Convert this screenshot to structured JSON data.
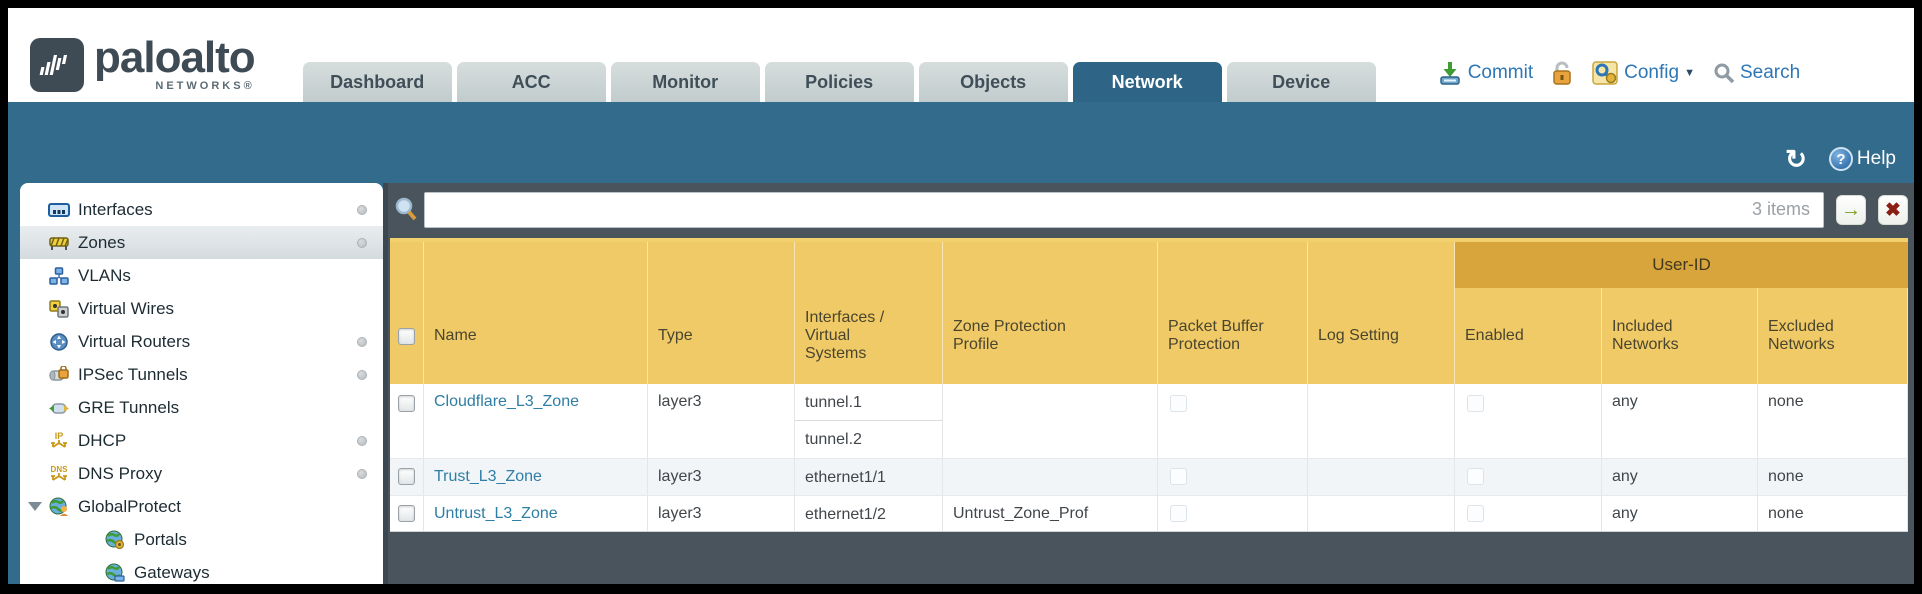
{
  "brand": {
    "name": "paloalto",
    "sub": "NETWORKS®"
  },
  "nav": {
    "tabs": [
      {
        "label": "Dashboard",
        "active": false
      },
      {
        "label": "ACC",
        "active": false
      },
      {
        "label": "Monitor",
        "active": false
      },
      {
        "label": "Policies",
        "active": false
      },
      {
        "label": "Objects",
        "active": false
      },
      {
        "label": "Network",
        "active": true
      },
      {
        "label": "Device",
        "active": false
      }
    ]
  },
  "actions": {
    "commit_label": "Commit",
    "config_label": "Config",
    "config_caret": "▼",
    "search_label": "Search"
  },
  "band": {
    "refresh_glyph": "↻",
    "help_glyph": "?",
    "help_label": "Help"
  },
  "sidebar": {
    "items": [
      {
        "label": "Interfaces",
        "dot": true,
        "level": 0
      },
      {
        "label": "Zones",
        "dot": true,
        "level": 0,
        "selected": true
      },
      {
        "label": "VLANs",
        "dot": false,
        "level": 0
      },
      {
        "label": "Virtual Wires",
        "dot": false,
        "level": 0
      },
      {
        "label": "Virtual Routers",
        "dot": true,
        "level": 0
      },
      {
        "label": "IPSec Tunnels",
        "dot": true,
        "level": 0
      },
      {
        "label": "GRE Tunnels",
        "dot": false,
        "level": 0
      },
      {
        "label": "DHCP",
        "dot": true,
        "level": 0
      },
      {
        "label": "DNS Proxy",
        "dot": true,
        "level": 0
      },
      {
        "label": "GlobalProtect",
        "dot": false,
        "level": 0,
        "expanded": true
      },
      {
        "label": "Portals",
        "dot": false,
        "level": 1
      },
      {
        "label": "Gateways",
        "dot": false,
        "level": 1
      }
    ]
  },
  "toolbar": {
    "count_label": "3 items",
    "go_glyph": "→",
    "close_glyph": "✖",
    "filter_value": ""
  },
  "table": {
    "group_user_id": "User-ID",
    "columns": [
      "Name",
      "Type",
      "Interfaces / Virtual Systems",
      "Zone Protection Profile",
      "Packet Buffer Protection",
      "Log Setting",
      "Enabled",
      "Included Networks",
      "Excluded Networks"
    ],
    "rows": [
      {
        "name": "Cloudflare_L3_Zone",
        "type": "layer3",
        "interfaces": [
          "tunnel.1",
          "tunnel.2"
        ],
        "zone_protection_profile": "",
        "packet_buffer_protection_checked": false,
        "log_setting": "",
        "user_id_enabled_checked": false,
        "included_networks": "any",
        "excluded_networks": "none"
      },
      {
        "name": "Trust_L3_Zone",
        "type": "layer3",
        "interfaces": [
          "ethernet1/1"
        ],
        "zone_protection_profile": "",
        "packet_buffer_protection_checked": false,
        "log_setting": "",
        "user_id_enabled_checked": false,
        "included_networks": "any",
        "excluded_networks": "none"
      },
      {
        "name": "Untrust_L3_Zone",
        "type": "layer3",
        "interfaces": [
          "ethernet1/2"
        ],
        "zone_protection_profile": "Untrust_Zone_Prof",
        "packet_buffer_protection_checked": false,
        "log_setting": "",
        "user_id_enabled_checked": false,
        "included_networks": "any",
        "excluded_networks": "none"
      }
    ]
  },
  "colors": {
    "teal_band": "#336b8c",
    "active_tab": "#2e6486",
    "slate_bg": "#49545c",
    "header_gold": "#f0ca66",
    "userid_gold": "#d7a53c",
    "link_blue": "#2e7ea5",
    "action_blue": "#2d77b5"
  }
}
